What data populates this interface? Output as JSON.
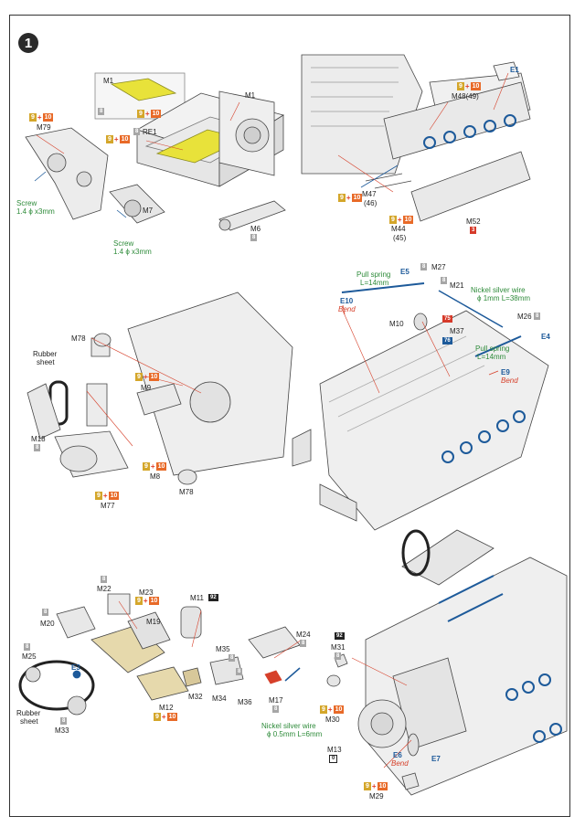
{
  "step_number": "1",
  "badge_qty": {
    "a": "9",
    "b": "10"
  },
  "screw": {
    "title": "Screw",
    "spec": "1.4 ϕ x3mm"
  },
  "part_labels": {
    "M1": "M1",
    "RE1": "RE1",
    "M79": "M79",
    "M7": "M7",
    "M6": "M6",
    "E1": "E1",
    "M48": "M48(49)",
    "M47": "M47",
    "M47_alt": "(46)",
    "M44": "M44",
    "M44_alt": "(45)",
    "M52": "M52",
    "M78": "M78",
    "M9": "M9",
    "M18": "M18",
    "M8": "M8",
    "M77": "M77",
    "M27": "M27",
    "M21": "M21",
    "E5": "E5",
    "E10": "E10",
    "M10": "M10",
    "M37": "M37",
    "M26": "M26",
    "E4": "E4",
    "E9": "E9",
    "M22": "M22",
    "M23": "M23",
    "M11": "M11",
    "M20": "M20",
    "M19": "M19",
    "M24": "M24",
    "M25": "M25",
    "E3": "E3",
    "M35": "M35",
    "M31": "M31",
    "M32": "M32",
    "M34": "M34",
    "M36": "M36",
    "M17": "M17",
    "M12": "M12",
    "M33": "M33",
    "M30": "M30",
    "M13": "M13",
    "E6": "E6",
    "E7": "E7",
    "M29": "M29"
  },
  "part_chips": {
    "grey": "8",
    "red_3": "3",
    "red_75": "75",
    "blue_76": "76",
    "black_92": "92",
    "outline_0": "0"
  },
  "bend_label": "Bend",
  "rubber_sheet": {
    "line1": "Rubber",
    "line2": "sheet"
  },
  "pull_spring_top": {
    "line1": "Pull spring",
    "line2": "L=14mm"
  },
  "pull_spring_right": {
    "line1": "Pull spring",
    "line2": "L=14mm"
  },
  "nickel_wire_top": {
    "line1": "Nickel silver wire",
    "line2": "ϕ 1mm L=38mm"
  },
  "nickel_wire_bottom": {
    "line1": "Nickel silver wire",
    "line2": "ϕ 0.5mm L=6mm"
  },
  "colors": {
    "gold": "#d4a62a",
    "orange": "#e86a28",
    "red": "#d63a2a",
    "blue": "#1d5a9a",
    "green": "#2e8b3a",
    "grey": "#a6a6a6"
  }
}
